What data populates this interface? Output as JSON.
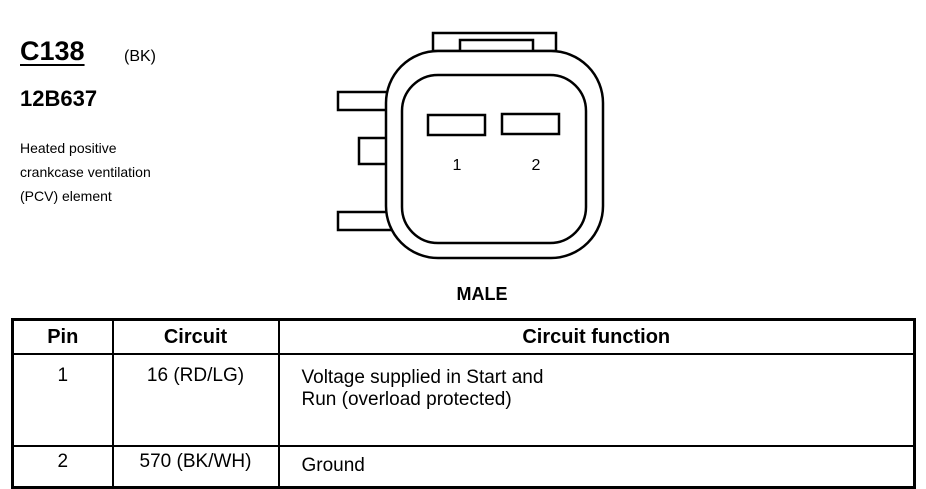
{
  "connector": {
    "id": "C138",
    "color": "(BK)",
    "part_number": "12B637",
    "description_lines": [
      "Heated positive",
      "crankcase ventilation",
      "(PCV) element"
    ]
  },
  "diagram": {
    "pins": [
      "1",
      "2"
    ],
    "gender": "MALE"
  },
  "table": {
    "headers": {
      "pin": "Pin",
      "circuit": "Circuit",
      "function": "Circuit function"
    },
    "rows": [
      {
        "pin": "1",
        "circuit": "16 (RD/LG)",
        "function_lines": [
          "Voltage supplied in Start and",
          "Run (overload protected)"
        ]
      },
      {
        "pin": "2",
        "circuit": "570 (BK/WH)",
        "function_lines": [
          "Ground"
        ]
      }
    ]
  }
}
